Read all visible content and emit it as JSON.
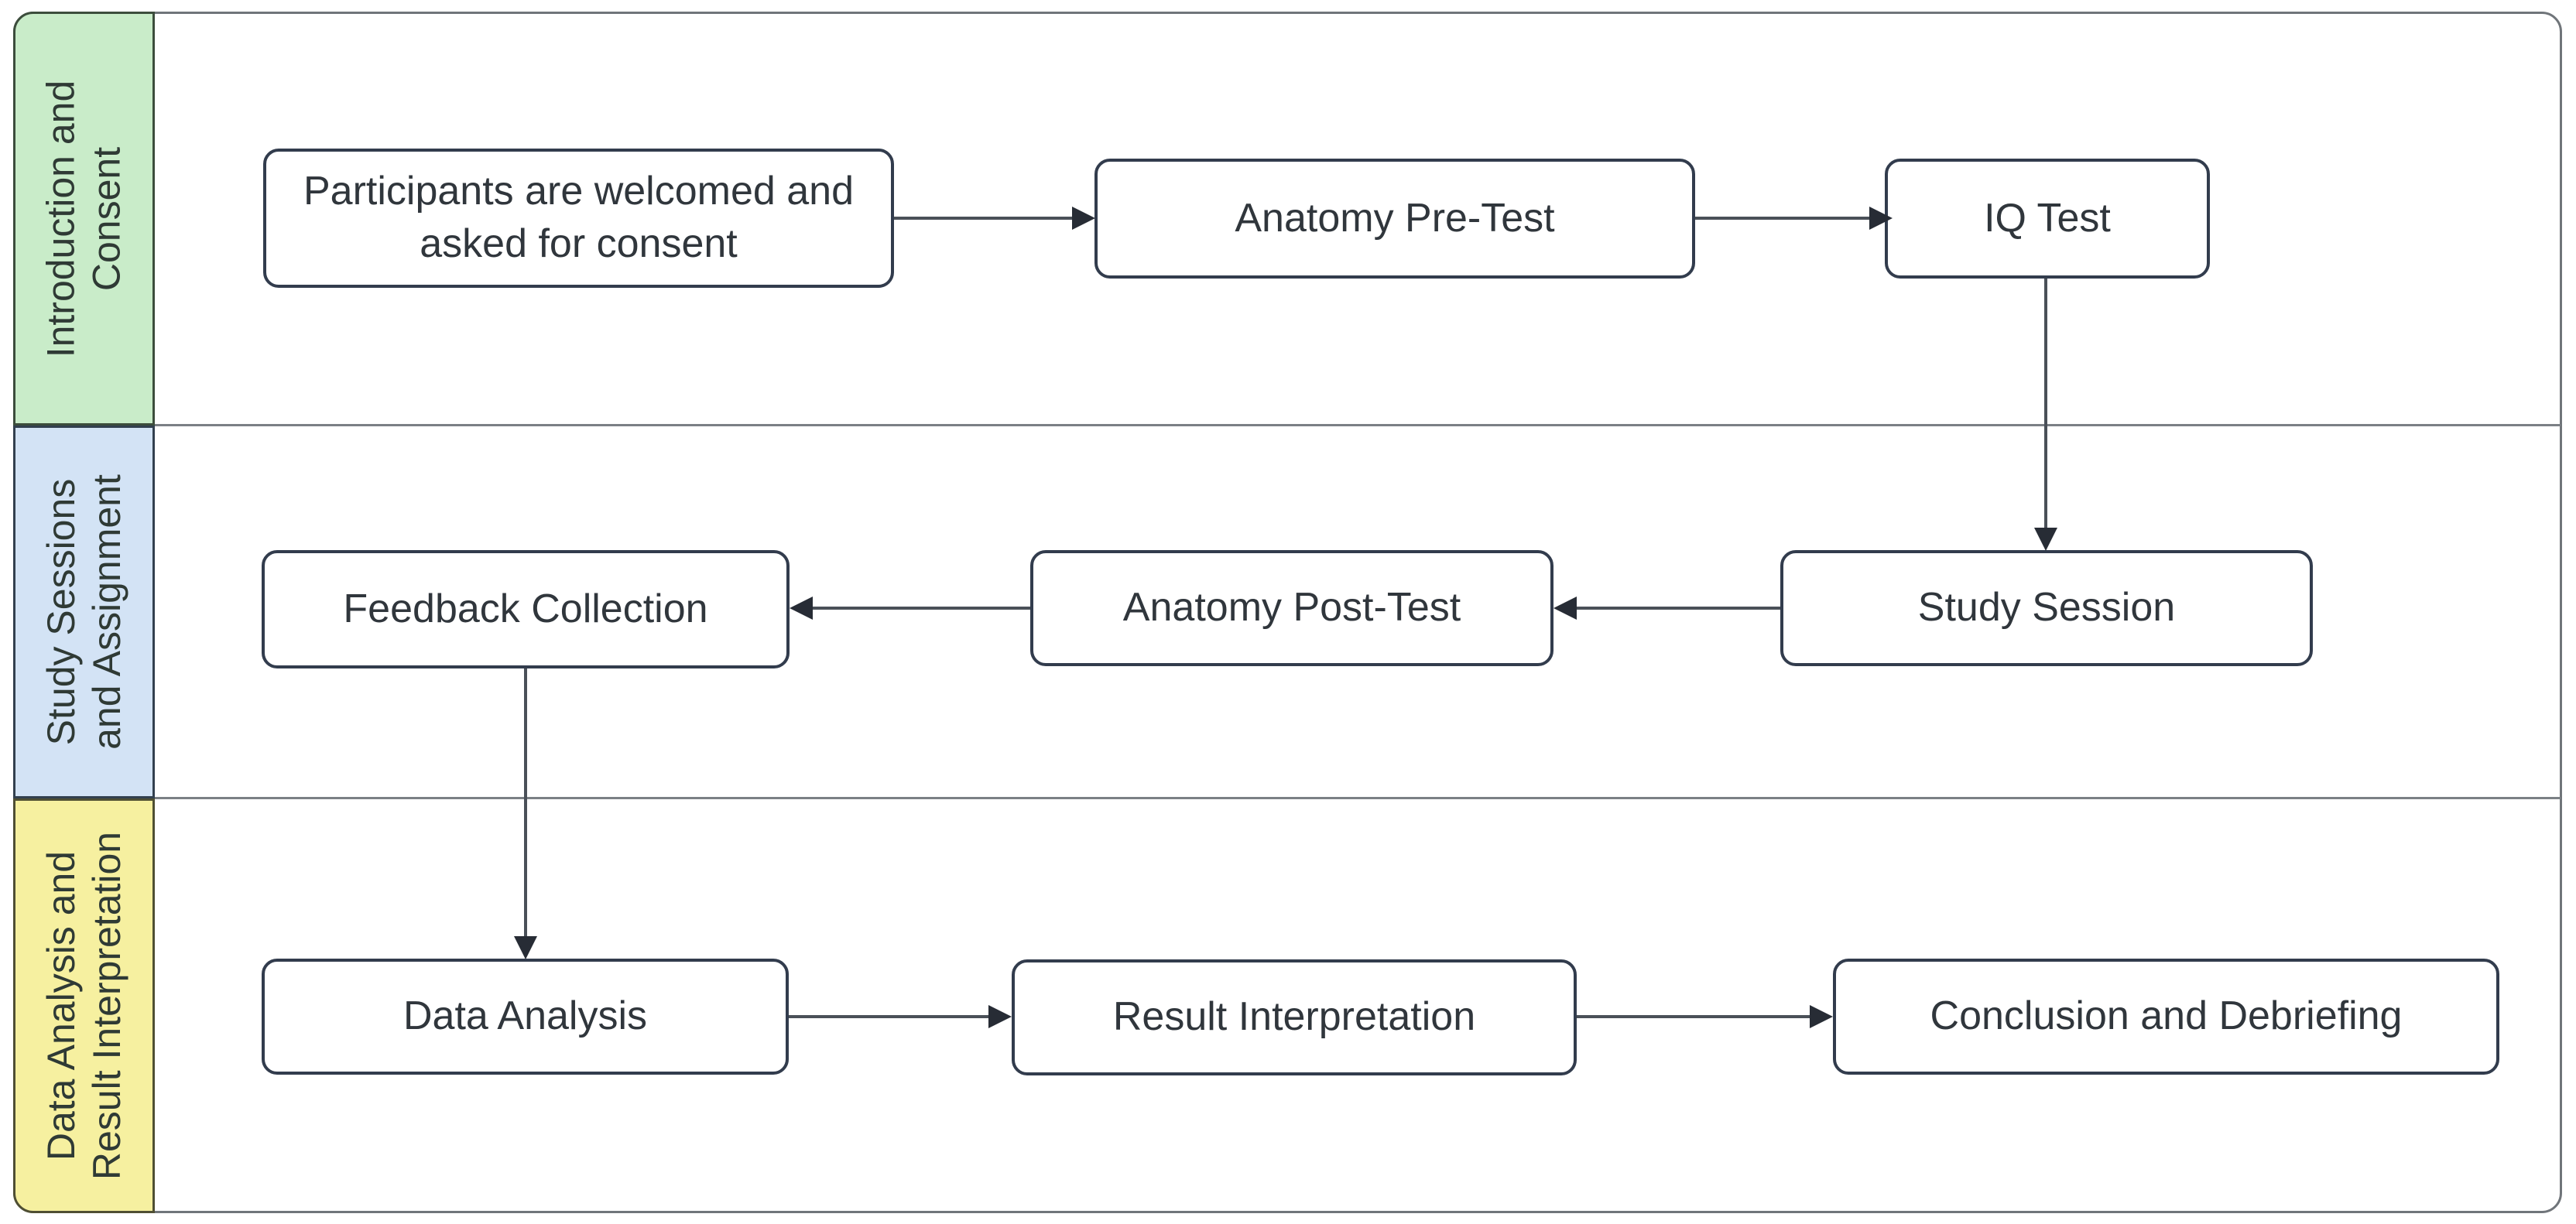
{
  "diagram": {
    "lanes": [
      {
        "label": "Introduction and Consent",
        "fill": "#c9ecc9"
      },
      {
        "label": "Study Sessions and Assignment",
        "fill": "#d3e3f5"
      },
      {
        "label": "Data Analysis and Result Interpretation",
        "fill": "#f6f0a0"
      }
    ],
    "nodes": [
      {
        "id": "participants-welcomed",
        "label": "Participants are welcomed and asked for consent",
        "lane": 0
      },
      {
        "id": "anatomy-pre-test",
        "label": "Anatomy Pre-Test",
        "lane": 0
      },
      {
        "id": "iq-test",
        "label": "IQ Test",
        "lane": 0
      },
      {
        "id": "study-session",
        "label": "Study Session",
        "lane": 1
      },
      {
        "id": "anatomy-post-test",
        "label": "Anatomy Post-Test",
        "lane": 1
      },
      {
        "id": "feedback-collection",
        "label": "Feedback Collection",
        "lane": 1
      },
      {
        "id": "data-analysis",
        "label": "Data Analysis",
        "lane": 2
      },
      {
        "id": "result-interpretation",
        "label": "Result Interpretation",
        "lane": 2
      },
      {
        "id": "conclusion-debriefing",
        "label": "Conclusion and Debriefing",
        "lane": 2
      }
    ],
    "edges": [
      {
        "from": "participants-welcomed",
        "to": "anatomy-pre-test",
        "direction": "right"
      },
      {
        "from": "anatomy-pre-test",
        "to": "iq-test",
        "direction": "right"
      },
      {
        "from": "iq-test",
        "to": "study-session",
        "direction": "down"
      },
      {
        "from": "study-session",
        "to": "anatomy-post-test",
        "direction": "left"
      },
      {
        "from": "anatomy-post-test",
        "to": "feedback-collection",
        "direction": "left"
      },
      {
        "from": "feedback-collection",
        "to": "data-analysis",
        "direction": "down"
      },
      {
        "from": "data-analysis",
        "to": "result-interpretation",
        "direction": "right"
      },
      {
        "from": "result-interpretation",
        "to": "conclusion-debriefing",
        "direction": "right"
      }
    ],
    "colors": {
      "node_fill": "#ffffff",
      "node_border": "#323c4d",
      "edge_line": "#4a5058",
      "arrowhead": "#272c35",
      "pool_border": "#70757a",
      "text": "#30363c"
    }
  }
}
